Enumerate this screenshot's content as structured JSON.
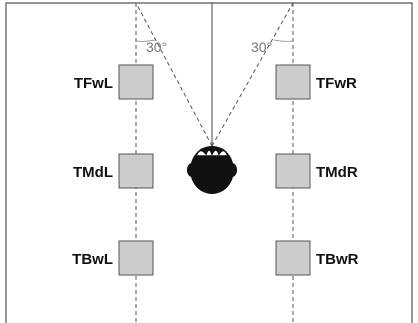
{
  "diagram": {
    "angles": {
      "left": "30°",
      "right": "30°"
    },
    "speakers": {
      "front_left": {
        "label": "TFwL"
      },
      "front_right": {
        "label": "TFwR"
      },
      "middle_left": {
        "label": "TMdL"
      },
      "middle_right": {
        "label": "TMdR"
      },
      "back_left": {
        "label": "TBwL"
      },
      "back_right": {
        "label": "TBwR"
      }
    },
    "colors": {
      "speaker_fill": "#cccccc",
      "speaker_stroke": "#555555",
      "frame": "#555555",
      "dashed_line": "#555555",
      "head": "#111111"
    }
  }
}
